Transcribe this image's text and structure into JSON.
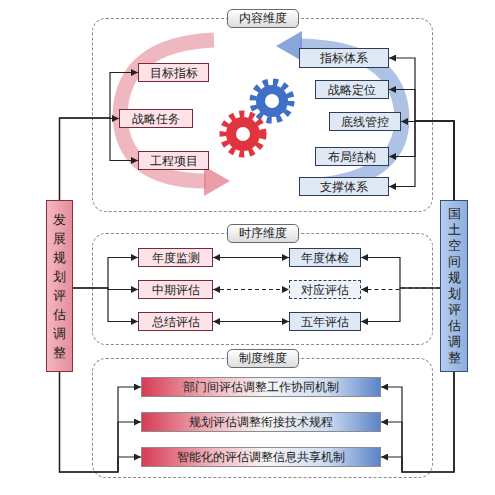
{
  "diagram": {
    "nodes": [
      {
        "text": [
          "内容维度"
        ]
      },
      {
        "text": [
          "目标指标"
        ],
        "in": 0
      },
      {
        "text": [
          "战略任务"
        ],
        "in": 0
      },
      {
        "text": [
          "工程项目"
        ],
        "in": 0
      },
      {
        "text": [
          "指标体系"
        ],
        "in": 0
      },
      {
        "text": [
          "战略定位"
        ],
        "in": 0
      },
      {
        "text": [
          "底线管控"
        ],
        "in": 0
      },
      {
        "text": [
          "布局结构"
        ],
        "in": 0
      },
      {
        "text": [
          "支撑体系"
        ],
        "in": 0
      },
      {
        "text": [
          "发展规划评估调整"
        ]
      },
      {
        "text": [
          "国土空间规划评估调整"
        ]
      },
      {
        "text": [
          "时序维度"
        ]
      },
      {
        "text": [
          "年度监测"
        ],
        "in": 11
      },
      {
        "text": [
          "年度体检"
        ],
        "in": 11
      },
      {
        "text": [
          "中期评估"
        ],
        "in": 11
      },
      {
        "text": [
          "对应评估"
        ],
        "in": 11
      },
      {
        "text": [
          "总结评估"
        ],
        "in": 11
      },
      {
        "text": [
          "五年评估"
        ],
        "in": 11
      },
      {
        "text": [
          "制度维度"
        ]
      },
      {
        "text": [
          "部门间评估调整工作协同机制"
        ],
        "in": 18
      },
      {
        "text": [
          "规划评估调整衔接技术规程"
        ],
        "in": 18
      },
      {
        "text": [
          "智能化的评估调整信息共享机制"
        ],
        "in": 18
      }
    ],
    "edges": [
      {
        "from": 9,
        "to": 1,
        "arrow": "to"
      },
      {
        "from": 9,
        "to": 2,
        "arrow": "to"
      },
      {
        "from": 9,
        "to": 3,
        "arrow": "to"
      },
      {
        "from": 10,
        "to": 4,
        "arrow": "to"
      },
      {
        "from": 10,
        "to": 5,
        "arrow": "to"
      },
      {
        "from": 10,
        "to": 6,
        "arrow": "to"
      },
      {
        "from": 10,
        "to": 7,
        "arrow": "to"
      },
      {
        "from": 10,
        "to": 8,
        "arrow": "to"
      },
      {
        "from": 12,
        "to": 13,
        "arrow": "both"
      },
      {
        "from": 14,
        "to": 15,
        "arrow": "both"
      },
      {
        "from": 16,
        "to": 17,
        "arrow": "both"
      },
      {
        "from": 9,
        "to": 12,
        "arrow": "to"
      },
      {
        "from": 9,
        "to": 14,
        "arrow": "to"
      },
      {
        "from": 9,
        "to": 16,
        "arrow": "to"
      },
      {
        "from": 10,
        "to": 13,
        "arrow": "to"
      },
      {
        "from": 10,
        "to": 15,
        "arrow": "to"
      },
      {
        "from": 10,
        "to": 17,
        "arrow": "to"
      },
      {
        "from": 9,
        "to": 19,
        "arrow": "to"
      },
      {
        "from": 9,
        "to": 20,
        "arrow": "to"
      },
      {
        "from": 9,
        "to": 21,
        "arrow": "to"
      },
      {
        "from": 10,
        "to": 19,
        "arrow": "to"
      },
      {
        "from": 10,
        "to": 20,
        "arrow": "to"
      },
      {
        "from": 10,
        "to": 21,
        "arrow": "to"
      }
    ]
  }
}
